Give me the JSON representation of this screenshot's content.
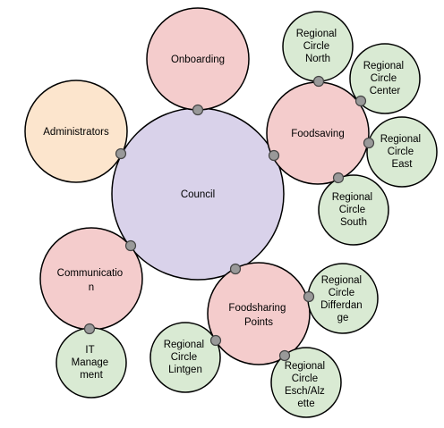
{
  "colors": {
    "council": "#d9d2ea",
    "team": "#f4cccc",
    "admin": "#fce5cd",
    "regional": "#d9ead3"
  },
  "nodes": {
    "council": {
      "label_lines": [
        "Council"
      ]
    },
    "onboarding": {
      "label_lines": [
        "Onboarding"
      ]
    },
    "administrators": {
      "label_lines": [
        "Administrators"
      ]
    },
    "foodsaving": {
      "label_lines": [
        "Foodsaving"
      ]
    },
    "communication": {
      "label_lines": [
        "Communicatio",
        "n"
      ]
    },
    "foodsharing_points": {
      "label_lines": [
        "Foodsharing",
        "Points"
      ]
    },
    "rc_north": {
      "label_lines": [
        "Regional",
        "Circle",
        "North"
      ]
    },
    "rc_center": {
      "label_lines": [
        "Regional",
        "Circle",
        "Center"
      ]
    },
    "rc_east": {
      "label_lines": [
        "Regional",
        "Circle",
        "East"
      ]
    },
    "rc_south": {
      "label_lines": [
        "Regional",
        "Circle",
        "South"
      ]
    },
    "it_management": {
      "label_lines": [
        "IT",
        "Manage",
        "ment"
      ]
    },
    "rc_lintgen": {
      "label_lines": [
        "Regional",
        "Circle",
        "Lintgen"
      ]
    },
    "rc_differdange": {
      "label_lines": [
        "Regional",
        "Circle",
        "Differdan",
        "ge"
      ]
    },
    "rc_esch": {
      "label_lines": [
        "Regional",
        "Circle",
        "Esch/Alz",
        "ette"
      ]
    }
  }
}
